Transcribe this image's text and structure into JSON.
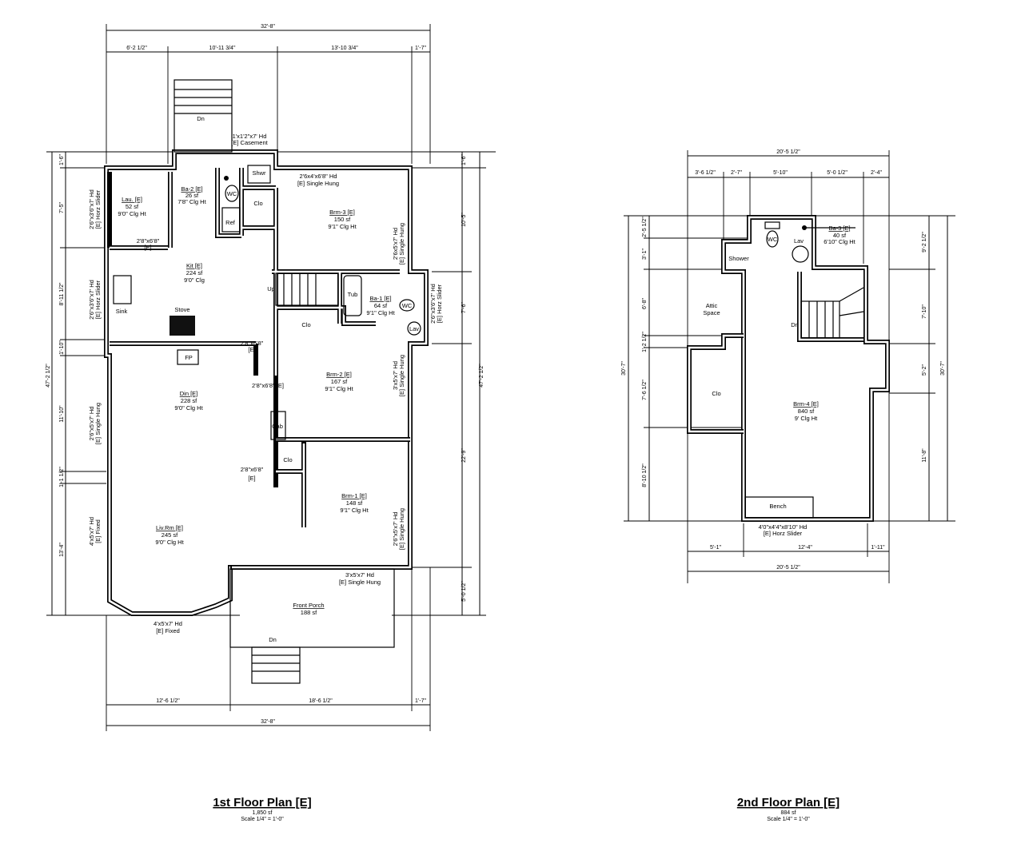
{
  "first_floor": {
    "title": "1st Floor Plan [E]",
    "area": "1,850 sf",
    "scale": "Scale 1/4\" = 1'-0\"",
    "dims_top": {
      "overall": "32'-8\"",
      "seg": [
        "6'-2 1/2\"",
        "10'-11 3/4\"",
        "13'-10 3/4\"",
        "1'-7\""
      ]
    },
    "dims_bottom": {
      "overall": "32'-8\"",
      "seg": [
        "12'-6 1/2\"",
        "18'-6 1/2\"",
        "1'-7\""
      ]
    },
    "dims_left": {
      "overall": "47'-2 1/2\"",
      "seg": [
        "1'-6\"",
        "7'-5\"",
        "8'-11 1/2\"",
        "1'-10\"",
        "11'-10\"",
        "1'-1 1/2\"",
        "13'-4\""
      ]
    },
    "dims_right": {
      "overall": "47'-2 1/2\"",
      "seg": [
        "1'-6\"",
        "10'-5\"",
        "7'-6\"",
        "22'-9\"",
        "5'-0 1/2\""
      ]
    },
    "rooms": {
      "lau": {
        "name": "Lau. [E]",
        "area": "52 sf",
        "clg": "9'0\" Clg Ht"
      },
      "ba2": {
        "name": "Ba-2 [E]",
        "area": "26 sf",
        "clg": "7'8\" Clg Ht"
      },
      "brm3": {
        "name": "Brm-3 [E]",
        "area": "150 sf",
        "clg": "9'1\" Clg Ht"
      },
      "kit": {
        "name": "Kit [E]",
        "area": "224 sf",
        "clg": "9'0\" Clg"
      },
      "ba1": {
        "name": "Ba-1 [E]",
        "area": "64 sf",
        "clg": "9'1\" Clg Ht"
      },
      "brm2": {
        "name": "Brm-2 [E]",
        "area": "167 sf",
        "clg": "9'1\" Clg Ht"
      },
      "din": {
        "name": "Din [E]",
        "area": "228 sf",
        "clg": "9'0\" Clg Ht"
      },
      "brm1": {
        "name": "Brm-1 [E]",
        "area": "148 sf",
        "clg": "9'1\" Clg Ht"
      },
      "livrm": {
        "name": "Liv.Rm [E]",
        "area": "245 sf",
        "clg": "9'0\" Clg Ht"
      },
      "porch": {
        "name": "Front Porch",
        "area": "188 sf"
      }
    },
    "fixtures": {
      "shwr": "Shwr",
      "clo1": "Clo",
      "ref": "Ref",
      "wc1": "WC",
      "sink": "Sink",
      "stove": "Stove",
      "up": "Up",
      "tub": "Tub",
      "wc2": "WC",
      "lav": "Lav",
      "clo2": "Clo",
      "fp": "FP",
      "cab": "Cab",
      "clo3": "Clo",
      "dn_rear": "Dn",
      "dn_front": "Dn"
    },
    "doors": {
      "d1": "2'8\"x6'8\"",
      "d1e": "[E]",
      "d2": "2'8\"x6'8\"",
      "d2e": "[E]",
      "d3": "2'8\"x6'8\" [E]",
      "d4": "2'8\"x6'8\"",
      "d4e": "[E]"
    },
    "windows": {
      "casement": [
        "1'x1'2\"x7' Hd",
        "[E] Casement"
      ],
      "brm3_top": [
        "2'6x4'x6'8\" Hd",
        "[E] Single Hung"
      ],
      "lau_left": [
        "2'6\"x3'6\"x7' Hd",
        "[E] Horz Slider"
      ],
      "kit_left": [
        "2'6\"x3'6\"x7' Hd",
        "[E] Horz Slider"
      ],
      "din_left": [
        "2'6\"x5'x7' Hd",
        "[E] Single Hung"
      ],
      "liv_left": [
        "4'x5'x7' Hd",
        "[E] Fixed"
      ],
      "brm3_right": [
        "2'6x5'x7' Hd",
        "[E] Single Hung"
      ],
      "ba1_right": [
        "2'6\"x3'6\"x7' Hd",
        "[E] Horz Slider"
      ],
      "brm2_right": [
        "3'x5'x7' Hd",
        "[E] Single Hung"
      ],
      "brm1_right": [
        "2'6\"x5'x7' Hd",
        "[E] Single Hung"
      ],
      "porch_top": [
        "3'x5'x7' Hd",
        "[E] Single Hung"
      ],
      "bay_center": [
        "4'x5'x7' Hd",
        "[E] Fixed"
      ]
    }
  },
  "second_floor": {
    "title": "2nd Floor Plan [E]",
    "area": "884 sf",
    "scale": "Scale 1/4\" = 1'-0\"",
    "dims_top": {
      "overall": "20'-5 1/2\"",
      "seg": [
        "3'-6 1/2\"",
        "2'-7\"",
        "5'-10\"",
        "5'-0 1/2\"",
        "2'-4\""
      ]
    },
    "dims_bottom": {
      "overall": "20'-5 1/2\"",
      "seg": [
        "5'-1\"",
        "12'-4\"",
        "1'-11\""
      ]
    },
    "dims_left": {
      "overall": "30'-7\"",
      "seg": [
        "2'-5 1/2\"",
        "3'-1\"",
        "6'-8\"",
        "1'-2 1/2\"",
        "7'-6 1/2\"",
        "8'-10 1/2\""
      ]
    },
    "dims_right": {
      "overall": "30'-7\"",
      "seg": [
        "9'-2 1/2\"",
        "7'-10\"",
        "5'-2\"",
        "11'-8\""
      ]
    },
    "rooms": {
      "ba3": {
        "name": "Ba-3 [E]",
        "area": "40 sf",
        "clg": "6'10\" Clg Ht"
      },
      "brm4": {
        "name": "Brm-4 [E]",
        "area": "840 sf",
        "clg": "9' Clg Ht"
      }
    },
    "fixtures": {
      "wc": "WC",
      "lav": "Lav",
      "shower": "Shower",
      "attic1": "Attic",
      "attic2": "Space",
      "dn": "Dn",
      "clo": "Clo",
      "bench": "Bench"
    },
    "windows": {
      "rear": [
        "4'0\"x4'4\"x8'10\" Hd",
        "[E] Horz Slider"
      ]
    }
  }
}
